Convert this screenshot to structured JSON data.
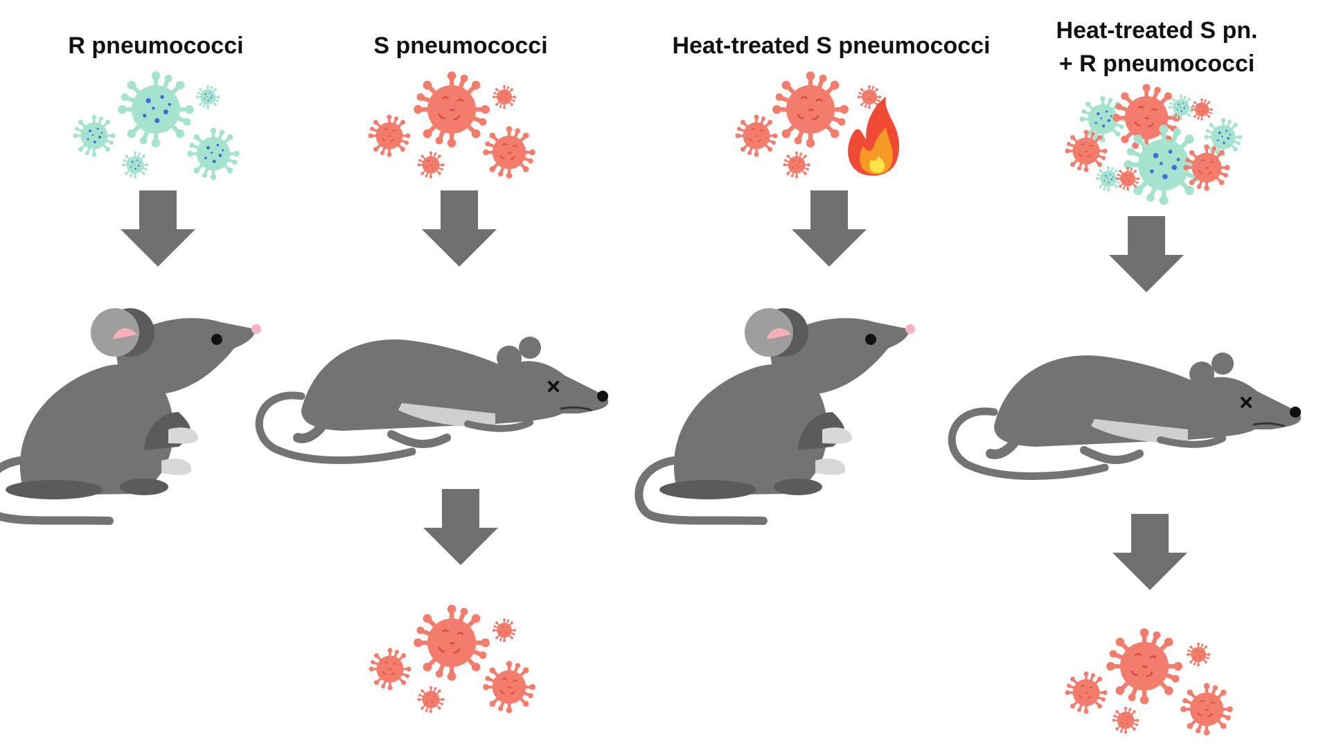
{
  "columns": [
    {
      "title": "R pneumococci",
      "input": "R",
      "mouse": "alive",
      "output": "none"
    },
    {
      "title": "S pneumococci",
      "input": "S",
      "mouse": "dead",
      "output": "S"
    },
    {
      "title": "Heat-treated S pneumococci",
      "input": "S-heat",
      "mouse": "alive",
      "output": "none"
    },
    {
      "title_line1": "Heat-treated S pn.",
      "title_line2": "+ R pneumococci",
      "input": "mix",
      "mouse": "dead",
      "output": "S"
    }
  ],
  "colors": {
    "r_virus": "#a6e3cf",
    "r_virus_dots": "#3f6fd6",
    "s_virus": "#f47c6c",
    "s_virus_dots": "#d8513f",
    "arrow": "#707070",
    "mouse_body": "#737373",
    "mouse_dark": "#5b5b5b",
    "mouse_belly": "#cfcfcf",
    "mouse_ear_inner": "#f4b0b8",
    "mouse_nose": "#f7b3c0",
    "fire_outer": "#f04a35",
    "fire_mid": "#f79a24",
    "fire_inner": "#fde447"
  },
  "icons": [
    "r-virus-icon",
    "s-virus-icon",
    "fire-icon",
    "mouse-alive-icon",
    "mouse-dead-icon",
    "down-arrow-icon"
  ]
}
